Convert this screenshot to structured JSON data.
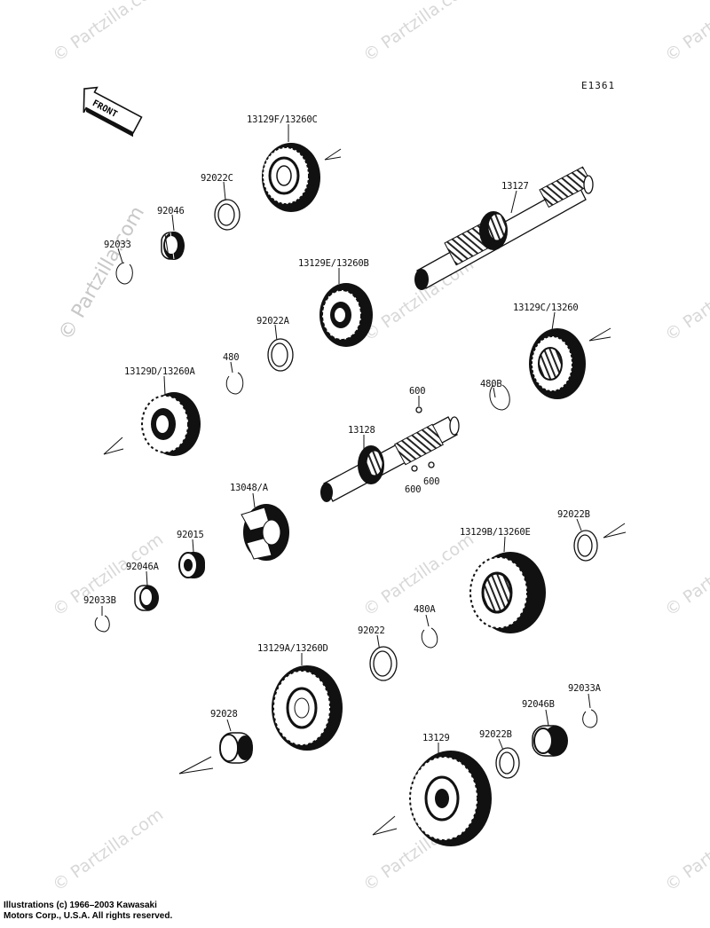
{
  "diagram_code": "E1361",
  "front_label": "FRONT",
  "watermark": "© Partzilla.com",
  "copyright": {
    "line1": "Illustrations (c) 1966–2003 Kawasaki",
    "line2": "Motors Corp., U.S.A.  All rights reserved."
  },
  "parts": [
    {
      "id": "p1",
      "label": "13129F/13260C"
    },
    {
      "id": "p2",
      "label": "92022C"
    },
    {
      "id": "p3",
      "label": "92046"
    },
    {
      "id": "p4",
      "label": "92033"
    },
    {
      "id": "p5",
      "label": "13127"
    },
    {
      "id": "p6",
      "label": "13129E/13260B"
    },
    {
      "id": "p7",
      "label": "92022A"
    },
    {
      "id": "p8",
      "label": "480"
    },
    {
      "id": "p9",
      "label": "13129C/13260"
    },
    {
      "id": "p10",
      "label": "480B"
    },
    {
      "id": "p11",
      "label": "13129D/13260A"
    },
    {
      "id": "p12",
      "label": "600"
    },
    {
      "id": "p13",
      "label": "13128"
    },
    {
      "id": "p14",
      "label": "600"
    },
    {
      "id": "p15",
      "label": "600"
    },
    {
      "id": "p16",
      "label": "13048/A"
    },
    {
      "id": "p17",
      "label": "92015"
    },
    {
      "id": "p18",
      "label": "92046A"
    },
    {
      "id": "p19",
      "label": "92033B"
    },
    {
      "id": "p20",
      "label": "13129B/13260E"
    },
    {
      "id": "p21",
      "label": "92022B"
    },
    {
      "id": "p22",
      "label": "480A"
    },
    {
      "id": "p23",
      "label": "92022"
    },
    {
      "id": "p24",
      "label": "13129A/13260D"
    },
    {
      "id": "p25",
      "label": "92033A"
    },
    {
      "id": "p26",
      "label": "92046B"
    },
    {
      "id": "p27",
      "label": "92028"
    },
    {
      "id": "p28",
      "label": "92022B"
    },
    {
      "id": "p29",
      "label": "13129"
    }
  ]
}
